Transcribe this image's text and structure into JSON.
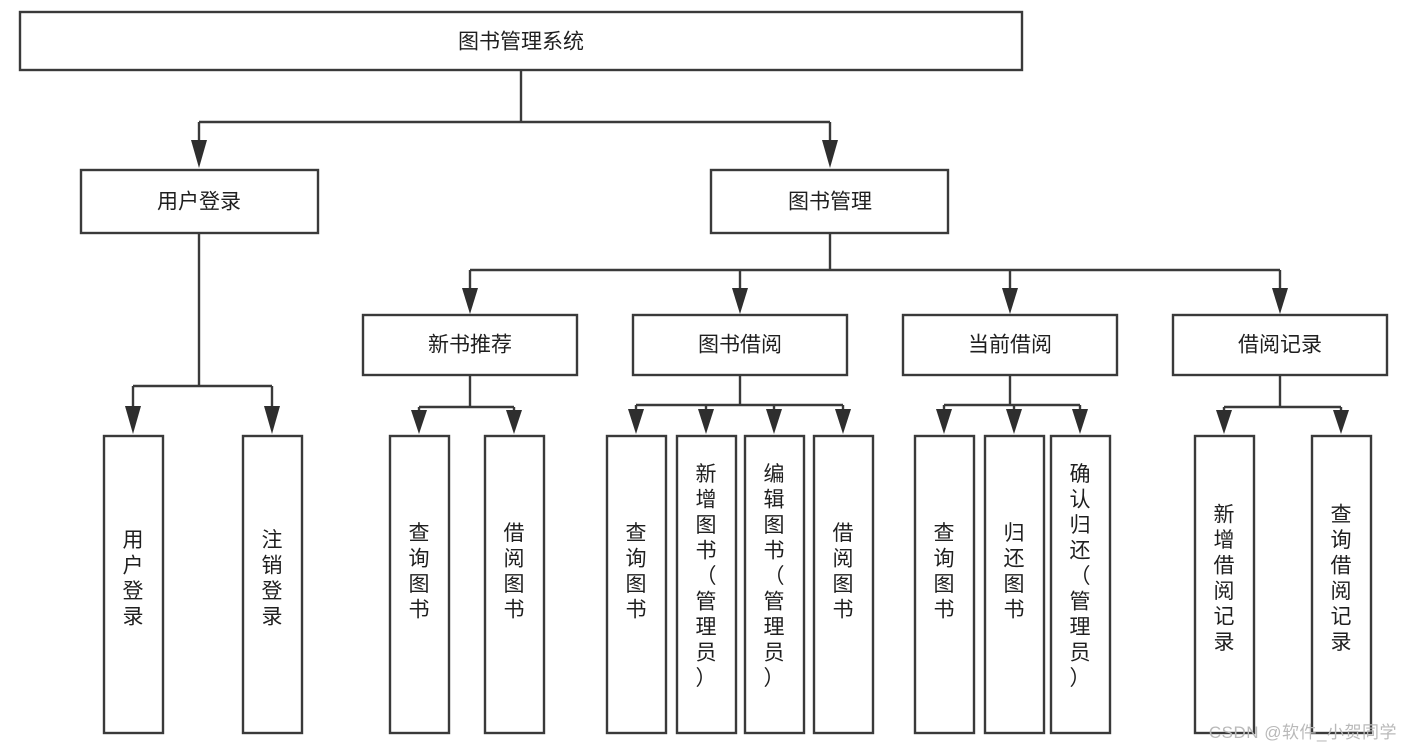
{
  "diagram": {
    "type": "tree",
    "title": "图书管理系统",
    "watermark": "CSDN @软件_小贺同学",
    "colors": {
      "box_stroke": "#3a3a3a",
      "box_fill": "#ffffff",
      "text": "#1f1f1f",
      "arrow": "#2e2e2e",
      "background": "#ffffff",
      "watermark": "#b9b9b9"
    },
    "nodes": {
      "root": {
        "label": "图书管理系统",
        "level": 0,
        "orientation": "horizontal"
      },
      "l2": [
        {
          "label": "用户登录",
          "orientation": "horizontal"
        },
        {
          "label": "图书管理",
          "orientation": "horizontal"
        }
      ],
      "l3": [
        {
          "label": "新书推荐",
          "orientation": "horizontal",
          "parent": "图书管理"
        },
        {
          "label": "图书借阅",
          "orientation": "horizontal",
          "parent": "图书管理"
        },
        {
          "label": "当前借阅",
          "orientation": "horizontal",
          "parent": "图书管理"
        },
        {
          "label": "借阅记录",
          "orientation": "horizontal",
          "parent": "图书管理"
        }
      ],
      "leaves": [
        {
          "label": "用户登录",
          "orientation": "vertical",
          "parent": "用户登录"
        },
        {
          "label": "注销登录",
          "orientation": "vertical",
          "parent": "用户登录"
        },
        {
          "label": "查询图书",
          "orientation": "vertical",
          "parent": "新书推荐"
        },
        {
          "label": "借阅图书",
          "orientation": "vertical",
          "parent": "新书推荐"
        },
        {
          "label": "查询图书",
          "orientation": "vertical",
          "parent": "图书借阅"
        },
        {
          "label": "新增图书（管理员）",
          "orientation": "vertical",
          "parent": "图书借阅"
        },
        {
          "label": "编辑图书（管理员）",
          "orientation": "vertical",
          "parent": "图书借阅"
        },
        {
          "label": "借阅图书",
          "orientation": "vertical",
          "parent": "图书借阅"
        },
        {
          "label": "查询图书",
          "orientation": "vertical",
          "parent": "当前借阅"
        },
        {
          "label": "归还图书",
          "orientation": "vertical",
          "parent": "当前借阅"
        },
        {
          "label": "确认归还（管理员）",
          "orientation": "vertical",
          "parent": "当前借阅"
        },
        {
          "label": "新增借阅记录",
          "orientation": "vertical",
          "parent": "借阅记录"
        },
        {
          "label": "查询借阅记录",
          "orientation": "vertical",
          "parent": "借阅记录"
        }
      ]
    }
  }
}
